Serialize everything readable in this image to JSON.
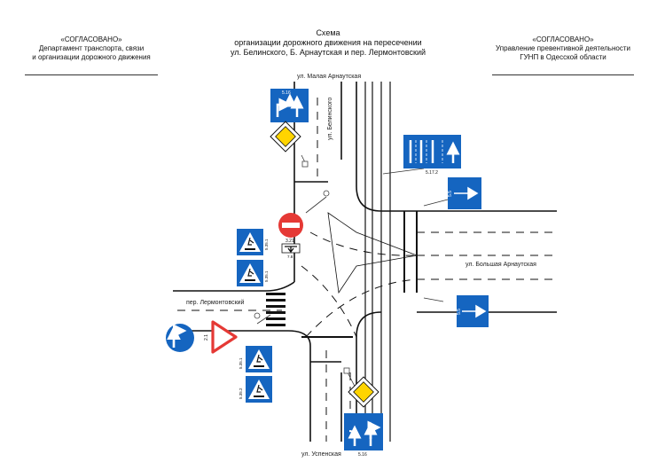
{
  "header": {
    "title": [
      "Схема",
      "организации дорожного движения на пересечении",
      "ул. Белинского, Б. Арнаутская и пер. Лермонтовский"
    ],
    "left": [
      "«СОГЛАСОВАНО»",
      "Департамент транспорта, связи",
      "и организации дорожного движения"
    ],
    "right": [
      "«СОГЛАСОВАНО»",
      "Управление превентивной деятельности",
      "ГУНП в Одесской области"
    ]
  },
  "streets": {
    "malaya_arnautskaya": "ул. Малая Арнаутская",
    "belinskogo": "ул. Белинского",
    "bolshaya_arnautskaya": "ул. Большая Арнаутская",
    "lermontovsky": "пер. Лермонтовский",
    "uspenskaya": "ул. Успенская"
  },
  "sign_codes": {
    "lanes_top": "5.16",
    "lanes_right": "5.17.2",
    "no_entry": "3.21",
    "no_entry_plate": "7.8",
    "crossing_1": "5.35.1",
    "crossing_2": "5.35.1",
    "crossing_3": "5.35.1",
    "crossing_4": "5.35.2",
    "give_way": "2.1",
    "oneway_1": "5.5",
    "oneway_2": "5.5",
    "lanes_bottom": "5.16"
  },
  "colors": {
    "sign_blue": "#1565c0",
    "sign_red": "#e53935",
    "priority_yellow": "#ffd400",
    "road_line": "#111111"
  }
}
